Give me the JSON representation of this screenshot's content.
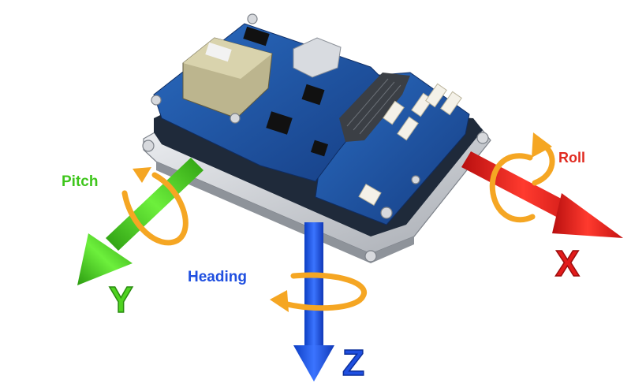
{
  "labels": {
    "pitch": "Pitch",
    "roll": "Roll",
    "heading": "Heading",
    "x_axis": "X",
    "y_axis": "Y",
    "z_axis": "Z"
  },
  "colors": {
    "x_axis": "#e51f1f",
    "y_axis": "#3fcf1a",
    "z_axis": "#1a4fe0",
    "rotation_arrow": "#f5a623",
    "pcb_blue": "#1d4f9c",
    "enclosure": "#c9ccd1"
  },
  "icons": {
    "board": "electronics-board-icon",
    "rotation": "rotation-arrow-icon"
  }
}
